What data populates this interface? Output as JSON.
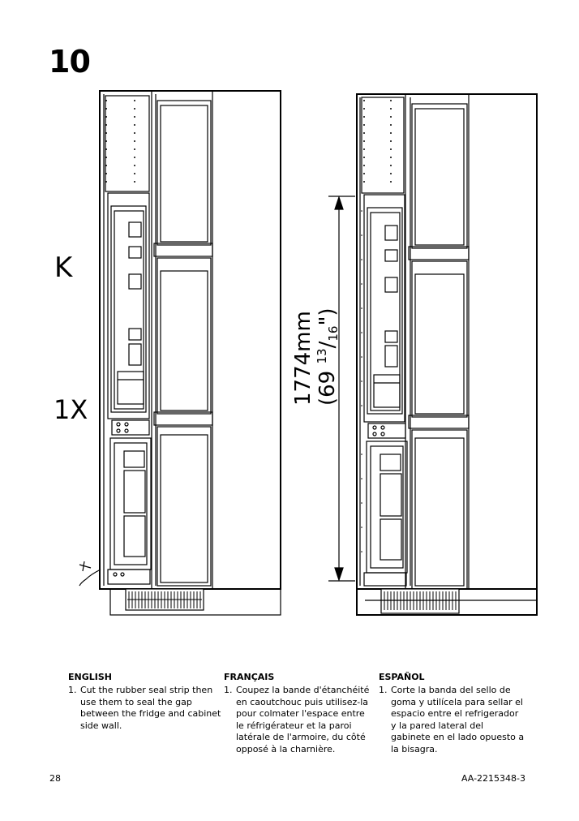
{
  "step": {
    "number": "10"
  },
  "part": {
    "label": "K",
    "quantity": "1X"
  },
  "dimension": {
    "metric": "1774mm",
    "imperial_whole": "(69 ",
    "imperial_num": "13",
    "imperial_den": "16",
    "imperial_tail": "\")"
  },
  "instructions": [
    {
      "language": "ENGLISH",
      "items": [
        {
          "n": "1.",
          "text": "Cut the rubber seal strip then use them to seal the gap between the fridge and cabinet side wall."
        }
      ]
    },
    {
      "language": "FRANÇAIS",
      "items": [
        {
          "n": "1.",
          "text": "Coupez la bande d'étanchéité en caoutchouc puis utilisez-la pour colmater l'espace entre le réfrigérateur et la paroi latérale de l'armoire, du côté opposé à la charnière."
        }
      ]
    },
    {
      "language": "ESPAÑOL",
      "items": [
        {
          "n": "1.",
          "text": "Corte la banda del sello de goma y utilícela para sellar el espacio entre el refrigerador y la pared lateral del gabinete en el lado opuesto a la bisagra."
        }
      ]
    }
  ],
  "footer": {
    "page_number": "28",
    "doc_code": "AA-2215348-3"
  }
}
